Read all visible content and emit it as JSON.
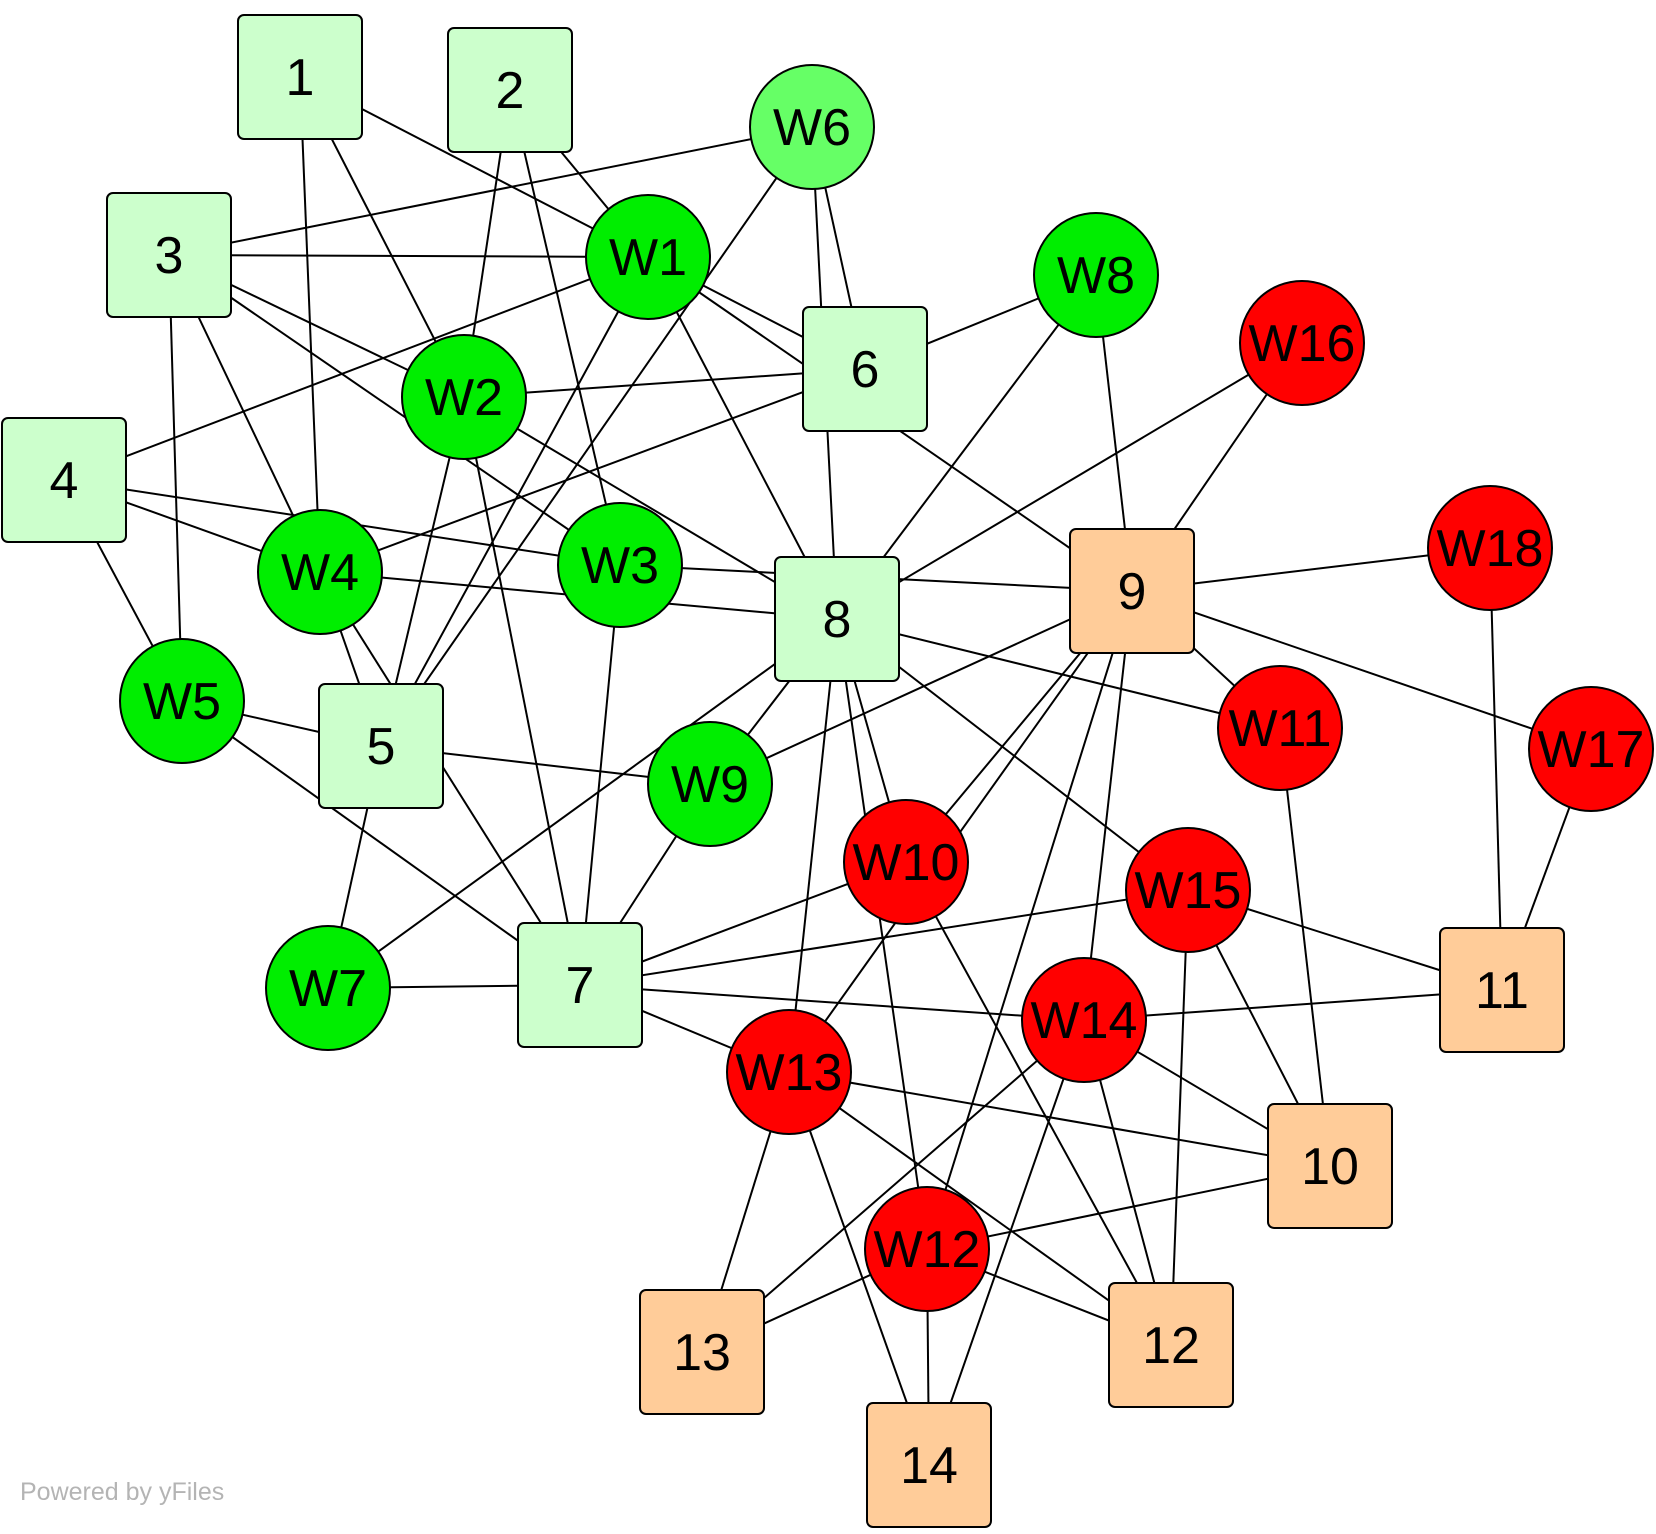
{
  "watermark": "Powered by yFiles",
  "colors": {
    "square_green": "#ccffcc",
    "square_orange": "#ffcc99",
    "circle_green": "#00ee00",
    "circle_light_green": "#66ff66",
    "circle_red": "#ff0000",
    "edge": "#000000"
  },
  "nodes": [
    {
      "id": "1",
      "label": "1",
      "shape": "square",
      "color": "square_green"
    },
    {
      "id": "2",
      "label": "2",
      "shape": "square",
      "color": "square_green"
    },
    {
      "id": "3",
      "label": "3",
      "shape": "square",
      "color": "square_green"
    },
    {
      "id": "4",
      "label": "4",
      "shape": "square",
      "color": "square_green"
    },
    {
      "id": "5",
      "label": "5",
      "shape": "square",
      "color": "square_green"
    },
    {
      "id": "6",
      "label": "6",
      "shape": "square",
      "color": "square_green"
    },
    {
      "id": "7",
      "label": "7",
      "shape": "square",
      "color": "square_green"
    },
    {
      "id": "8",
      "label": "8",
      "shape": "square",
      "color": "square_green"
    },
    {
      "id": "9",
      "label": "9",
      "shape": "square",
      "color": "square_orange"
    },
    {
      "id": "10",
      "label": "10",
      "shape": "square",
      "color": "square_orange"
    },
    {
      "id": "11",
      "label": "11",
      "shape": "square",
      "color": "square_orange"
    },
    {
      "id": "12",
      "label": "12",
      "shape": "square",
      "color": "square_orange"
    },
    {
      "id": "13",
      "label": "13",
      "shape": "square",
      "color": "square_orange"
    },
    {
      "id": "14",
      "label": "14",
      "shape": "square",
      "color": "square_orange"
    },
    {
      "id": "W1",
      "label": "W1",
      "shape": "circle",
      "color": "circle_green"
    },
    {
      "id": "W2",
      "label": "W2",
      "shape": "circle",
      "color": "circle_green"
    },
    {
      "id": "W3",
      "label": "W3",
      "shape": "circle",
      "color": "circle_green"
    },
    {
      "id": "W4",
      "label": "W4",
      "shape": "circle",
      "color": "circle_green"
    },
    {
      "id": "W5",
      "label": "W5",
      "shape": "circle",
      "color": "circle_green"
    },
    {
      "id": "W6",
      "label": "W6",
      "shape": "circle",
      "color": "circle_light_green"
    },
    {
      "id": "W7",
      "label": "W7",
      "shape": "circle",
      "color": "circle_green"
    },
    {
      "id": "W8",
      "label": "W8",
      "shape": "circle",
      "color": "circle_green"
    },
    {
      "id": "W9",
      "label": "W9",
      "shape": "circle",
      "color": "circle_green"
    },
    {
      "id": "W10",
      "label": "W10",
      "shape": "circle",
      "color": "circle_red"
    },
    {
      "id": "W11",
      "label": "W11",
      "shape": "circle",
      "color": "circle_red"
    },
    {
      "id": "W12",
      "label": "W12",
      "shape": "circle",
      "color": "circle_red"
    },
    {
      "id": "W13",
      "label": "W13",
      "shape": "circle",
      "color": "circle_red"
    },
    {
      "id": "W14",
      "label": "W14",
      "shape": "circle",
      "color": "circle_red"
    },
    {
      "id": "W15",
      "label": "W15",
      "shape": "circle",
      "color": "circle_red"
    },
    {
      "id": "W16",
      "label": "W16",
      "shape": "circle",
      "color": "circle_red"
    },
    {
      "id": "W17",
      "label": "W17",
      "shape": "circle",
      "color": "circle_red"
    },
    {
      "id": "W18",
      "label": "W18",
      "shape": "circle",
      "color": "circle_red"
    }
  ],
  "edges": [
    [
      "1",
      "W1"
    ],
    [
      "1",
      "W2"
    ],
    [
      "1",
      "W4"
    ],
    [
      "2",
      "W1"
    ],
    [
      "2",
      "W2"
    ],
    [
      "2",
      "W3"
    ],
    [
      "3",
      "W6"
    ],
    [
      "3",
      "W1"
    ],
    [
      "3",
      "W2"
    ],
    [
      "3",
      "W3"
    ],
    [
      "3",
      "W4"
    ],
    [
      "3",
      "W5"
    ],
    [
      "4",
      "W1"
    ],
    [
      "4",
      "W4"
    ],
    [
      "4",
      "W3"
    ],
    [
      "4",
      "W5"
    ],
    [
      "5",
      "W1"
    ],
    [
      "5",
      "W2"
    ],
    [
      "5",
      "W4"
    ],
    [
      "5",
      "W5"
    ],
    [
      "5",
      "W6"
    ],
    [
      "5",
      "W9"
    ],
    [
      "5",
      "W7"
    ],
    [
      "6",
      "W6"
    ],
    [
      "6",
      "W8"
    ],
    [
      "6",
      "W2"
    ],
    [
      "6",
      "W4"
    ],
    [
      "6",
      "W1"
    ],
    [
      "7",
      "W2"
    ],
    [
      "7",
      "W3"
    ],
    [
      "7",
      "W4"
    ],
    [
      "7",
      "W5"
    ],
    [
      "7",
      "W7"
    ],
    [
      "7",
      "W9"
    ],
    [
      "7",
      "W10"
    ],
    [
      "7",
      "W15"
    ],
    [
      "7",
      "W14"
    ],
    [
      "7",
      "W13"
    ],
    [
      "8",
      "W6"
    ],
    [
      "8",
      "W1"
    ],
    [
      "8",
      "W2"
    ],
    [
      "8",
      "W4"
    ],
    [
      "8",
      "W8"
    ],
    [
      "8",
      "W16"
    ],
    [
      "8",
      "W9"
    ],
    [
      "8",
      "W7"
    ],
    [
      "8",
      "W11"
    ],
    [
      "8",
      "W15"
    ],
    [
      "8",
      "W13"
    ],
    [
      "8",
      "W12"
    ],
    [
      "8",
      "W10"
    ],
    [
      "9",
      "W1"
    ],
    [
      "9",
      "W3"
    ],
    [
      "9",
      "W8"
    ],
    [
      "9",
      "W16"
    ],
    [
      "9",
      "W18"
    ],
    [
      "9",
      "W11"
    ],
    [
      "9",
      "W17"
    ],
    [
      "9",
      "W9"
    ],
    [
      "9",
      "W10"
    ],
    [
      "9",
      "W13"
    ],
    [
      "9",
      "W14"
    ],
    [
      "9",
      "W12"
    ],
    [
      "10",
      "W11"
    ],
    [
      "10",
      "W15"
    ],
    [
      "10",
      "W13"
    ],
    [
      "10",
      "W14"
    ],
    [
      "10",
      "W12"
    ],
    [
      "11",
      "W18"
    ],
    [
      "11",
      "W17"
    ],
    [
      "11",
      "W15"
    ],
    [
      "11",
      "W14"
    ],
    [
      "12",
      "W15"
    ],
    [
      "12",
      "W14"
    ],
    [
      "12",
      "W10"
    ],
    [
      "12",
      "W13"
    ],
    [
      "12",
      "W12"
    ],
    [
      "13",
      "W13"
    ],
    [
      "13",
      "W14"
    ],
    [
      "13",
      "W12"
    ],
    [
      "14",
      "W13"
    ],
    [
      "14",
      "W12"
    ],
    [
      "14",
      "W14"
    ]
  ]
}
